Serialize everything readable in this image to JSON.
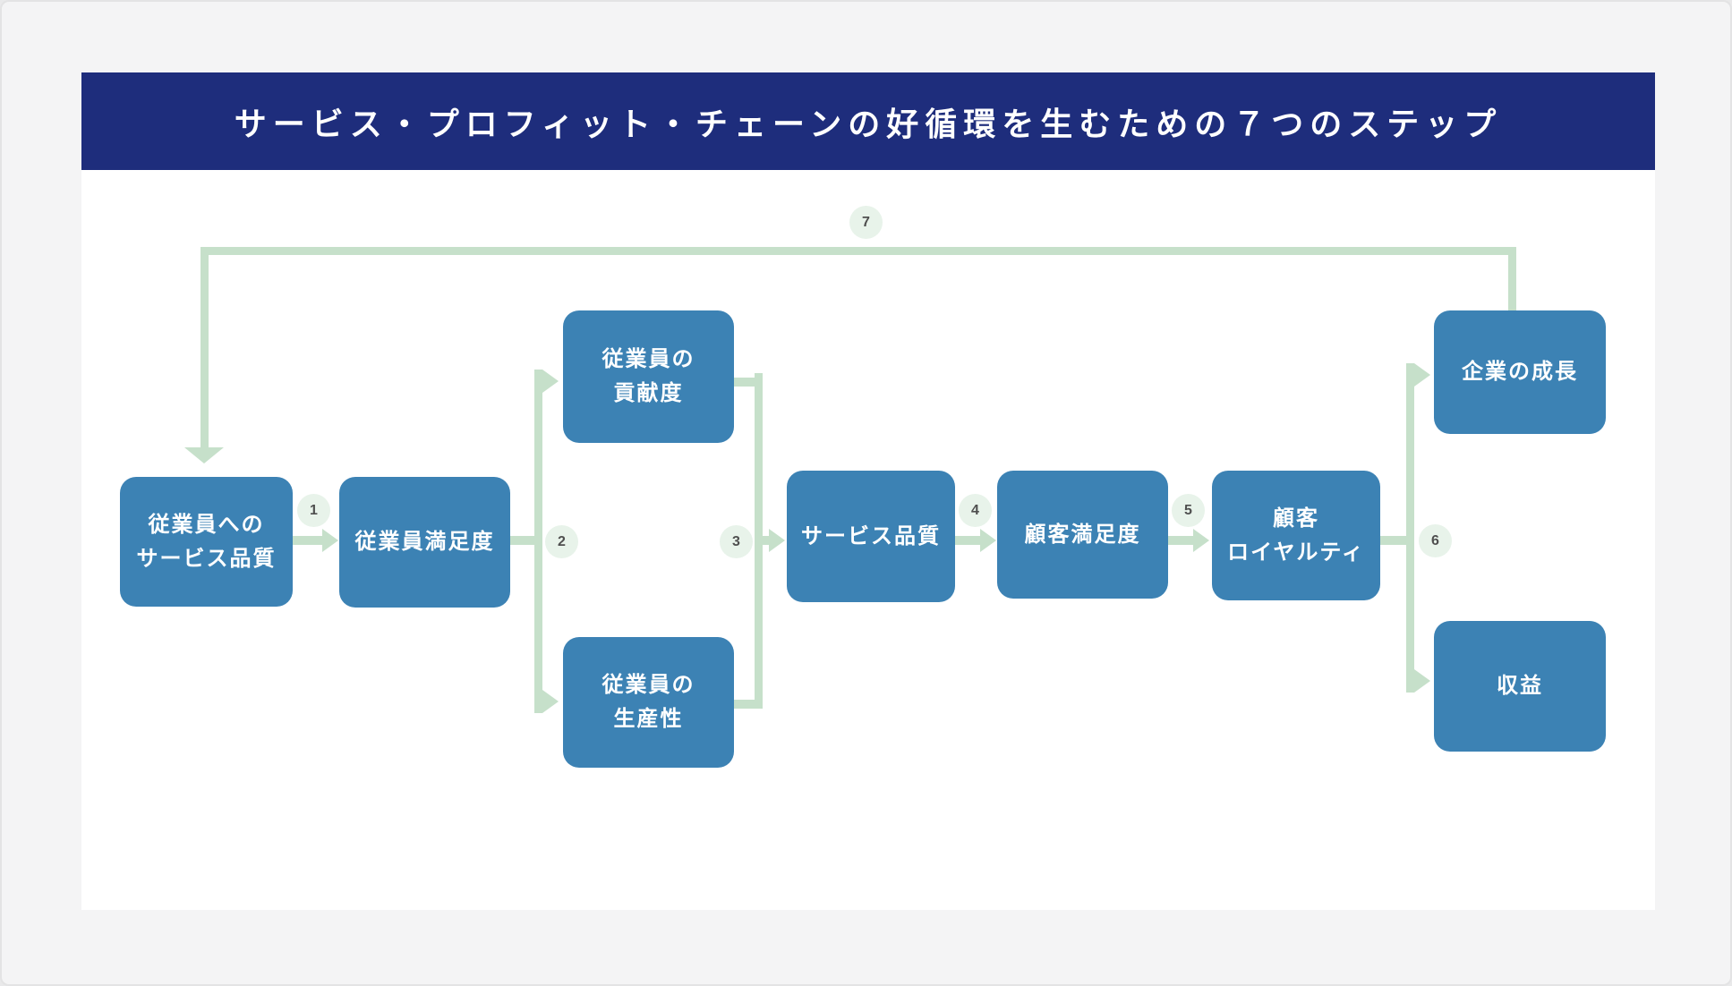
{
  "page": {
    "title": "サービス・プロフィット・チェーンの好循環を生むための７つのステップ"
  },
  "diagram": {
    "nodes": [
      {
        "id": "employee-service-quality",
        "lines": [
          "従業員への",
          "サービス品質"
        ]
      },
      {
        "id": "employee-satisfaction",
        "lines": [
          "従業員満足度"
        ]
      },
      {
        "id": "employee-contribution",
        "lines": [
          "従業員の",
          "貢献度"
        ]
      },
      {
        "id": "employee-productivity",
        "lines": [
          "従業員の",
          "生産性"
        ]
      },
      {
        "id": "service-quality",
        "lines": [
          "サービス品質"
        ]
      },
      {
        "id": "customer-satisfaction",
        "lines": [
          "顧客満足度"
        ]
      },
      {
        "id": "customer-loyalty",
        "lines": [
          "顧客",
          "ロイヤルティ"
        ]
      },
      {
        "id": "company-growth",
        "lines": [
          "企業の成長"
        ]
      },
      {
        "id": "revenue",
        "lines": [
          "収益"
        ]
      }
    ],
    "step_badges": [
      "1",
      "2",
      "3",
      "4",
      "5",
      "6",
      "7"
    ],
    "colors": {
      "banner": "#1e2d7c",
      "node": "#3c82b4",
      "connector": "#c6e0ca",
      "badge_bg": "#e8f3ea",
      "badge_text": "#4f4f4f"
    }
  }
}
